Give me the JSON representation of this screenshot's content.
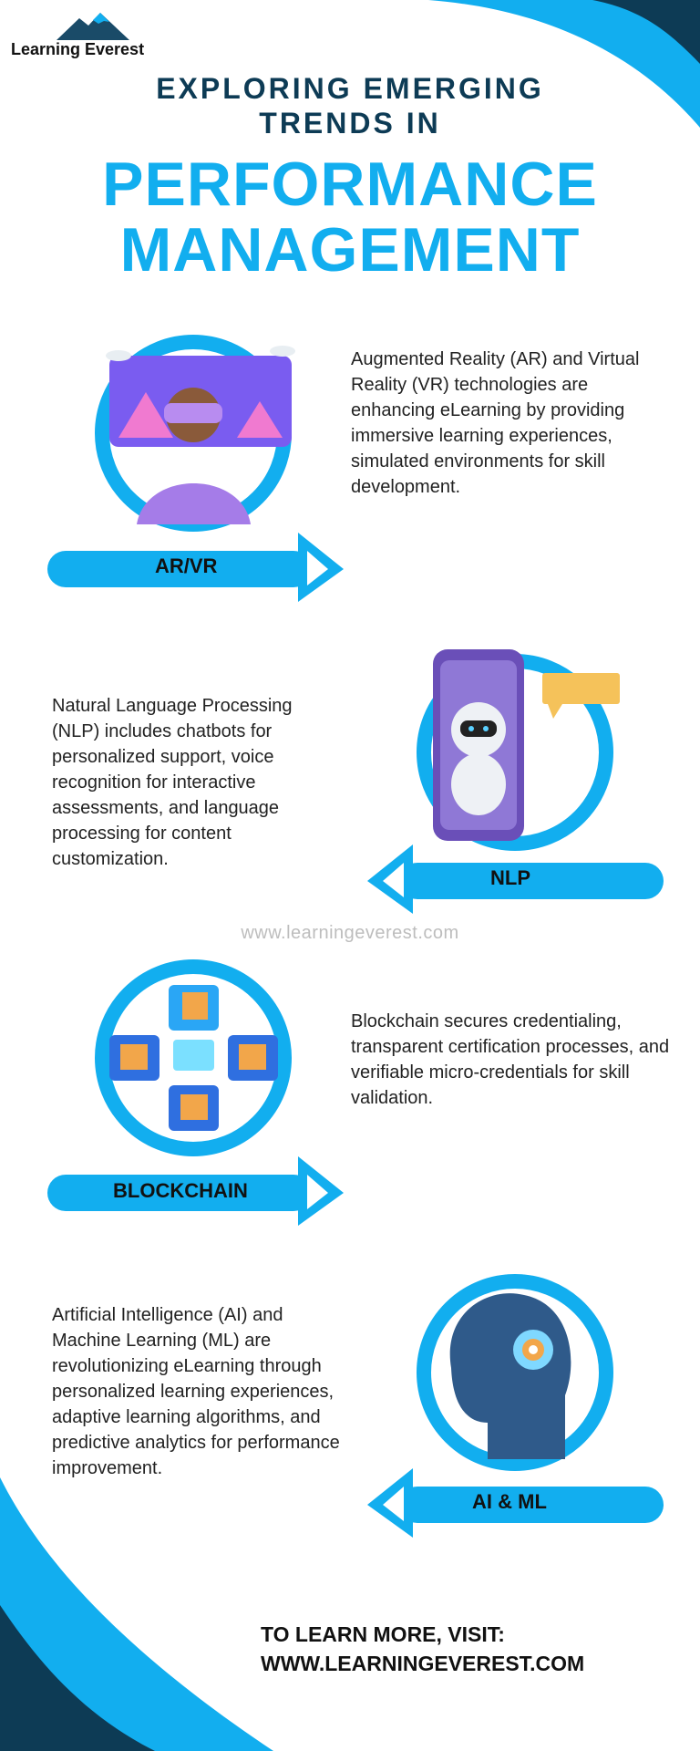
{
  "brand": {
    "name": "Learning Everest"
  },
  "header": {
    "subtitle": "EXPLORING EMERGING TRENDS IN",
    "title": "PERFORMANCE MANAGEMENT"
  },
  "sections": [
    {
      "label": "AR/VR",
      "text": "Augmented Reality (AR) and Virtual Reality (VR) technologies are enhancing eLearning by providing immersive learning experiences, simulated environments for skill development."
    },
    {
      "label": "NLP",
      "text": "Natural Language Processing (NLP) includes chatbots for personalized support, voice recognition for interactive assessments, and language processing for content customization."
    },
    {
      "label": "BLOCKCHAIN",
      "text": "Blockchain secures credentialing, transparent certification processes, and verifiable micro-credentials for skill validation."
    },
    {
      "label": "AI & ML",
      "text": "Artificial Intelligence (AI) and Machine Learning (ML) are revolutionizing eLearning through personalized learning experiences, adaptive learning algorithms, and predictive analytics for performance improvement."
    }
  ],
  "watermark": "www.learningeverest.com",
  "footer": {
    "line1": "TO LEARN MORE, VISIT:",
    "line2": "WWW.LEARNINGEVEREST.COM"
  },
  "colors": {
    "accent": "#12aeef",
    "dark": "#0d3b55",
    "arrow": "#12aeef"
  }
}
